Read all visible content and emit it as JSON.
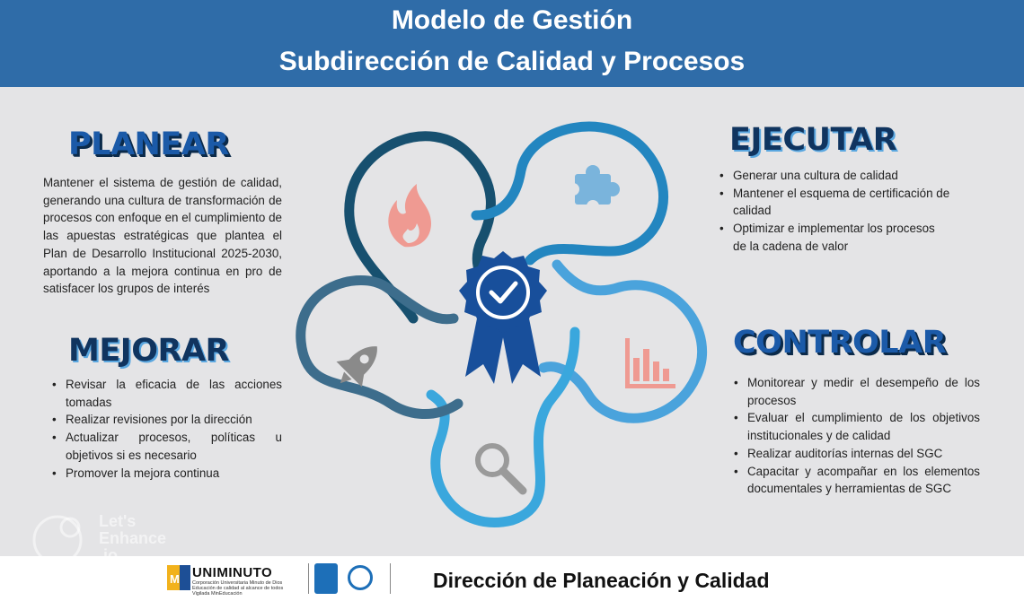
{
  "header": {
    "title_line1": "Modelo  de Gestión",
    "title_line2": "Subdirección de Calidad  y Procesos"
  },
  "planear": {
    "heading": "PLANEAR",
    "text": "Mantener el sistema de gestión de calidad, generando una cultura de transformación de procesos con enfoque en el cumplimiento de las apuestas estratégicas que plantea el Plan de Desarrollo Institucional 2025-2030, aportando a la mejora continua en  pro de satisfacer los grupos de interés"
  },
  "ejecutar": {
    "heading": "EJECUTAR",
    "items": [
      "Generar una cultura de calidad",
      "Mantener el esquema de certificación de calidad",
      "Optimizar e implementar los procesos de la cadena de valor"
    ]
  },
  "mejorar": {
    "heading": "MEJORAR",
    "items": [
      "Revisar la eficacia de las acciones tomadas",
      "Realizar revisiones por la dirección",
      "Actualizar procesos, políticas u objetivos si es necesario",
      "Promover la mejora continua"
    ]
  },
  "controlar": {
    "heading": "CONTROLAR",
    "items": [
      "Monitorear y medir el desempeño de los procesos",
      "Evaluar el cumplimiento de los objetivos institucionales y de calidad",
      "Realizar auditorías internas del SGC",
      "Capacitar y acompañar en los elementos documentales y herramientas de SGC"
    ]
  },
  "diagram": {
    "icons": [
      "fire-icon",
      "puzzle-icon",
      "bar-chart-icon",
      "magnifier-icon",
      "rocket-icon",
      "award-ribbon-icon"
    ],
    "colors": {
      "petal_top_left": "#17506f",
      "petal_top_right": "#2386c0",
      "petal_right": "#4aa3dc",
      "petal_bottom": "#3aa7dd",
      "petal_left": "#3d6d8c",
      "ribbon": "#184f9b",
      "icon_salmon": "#ef9a92",
      "icon_light_blue": "#7ab4dc",
      "icon_gray": "#8a8a8a"
    }
  },
  "footer": {
    "brand": "UNIMINUTO",
    "brand_sub1": "Corporación Universitaria Minuto de Dios",
    "brand_sub2": "Educación de calidad al alcance de todos",
    "brand_sub3": "Vigilada MinEducación",
    "title": "Dirección de Planeación y Calidad"
  },
  "watermark": {
    "text_line1": "Let's",
    "text_line2": "Enhance",
    "text_line3": ".io"
  },
  "colors": {
    "header_bg": "#2f6ca8",
    "page_bg": "#e4e4e6",
    "heading_blue": "#1b5aa8",
    "heading_dark": "#10345f"
  }
}
